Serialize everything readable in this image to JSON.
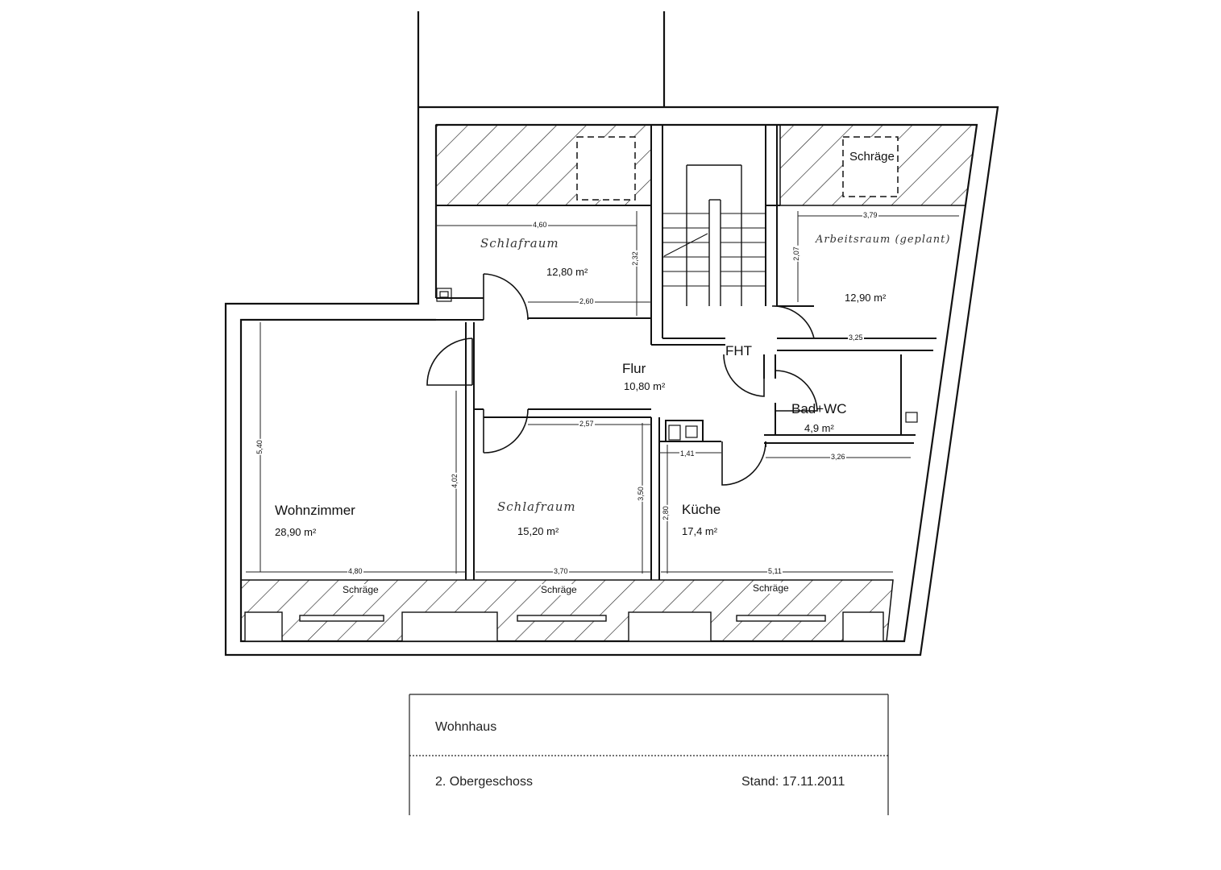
{
  "rooms": {
    "schlafraum_top": {
      "name": "Schlafraum",
      "area": "12,80 m²"
    },
    "arbeitsraum": {
      "name": "Arbeitsraum (geplant)",
      "area": "12,90 m²"
    },
    "flur": {
      "name": "Flur",
      "area": "10,80 m²"
    },
    "bad": {
      "name": "Bad+WC",
      "area": "4,9 m²"
    },
    "wohnzimmer": {
      "name": "Wohnzimmer",
      "area": "28,90 m²"
    },
    "schlafraum_bottom": {
      "name": "Schlafraum",
      "area": "15,20 m²"
    },
    "kueche": {
      "name": "Küche",
      "area": "17,4 m²"
    }
  },
  "labels": {
    "fht": "FHT",
    "schraege_top": "Schräge",
    "schraege_1": "Schräge",
    "schraege_2": "Schräge",
    "schraege_3": "Schräge"
  },
  "dimensions": {
    "d460": "4,60",
    "d232": "2,32",
    "d260": "2,60",
    "d379": "3,79",
    "d207": "2,07",
    "d325": "3,25",
    "d257": "2,57",
    "d141": "1,41",
    "d326": "3,26",
    "d540": "5,40",
    "d402": "4,02",
    "d350": "3,50",
    "d280": "2,80",
    "d480": "4,80",
    "d370": "3,70",
    "d511": "5,11"
  },
  "title_block": {
    "building": "Wohnhaus",
    "floor": "2. Obergeschoss",
    "date": "Stand: 17.11.2011"
  }
}
